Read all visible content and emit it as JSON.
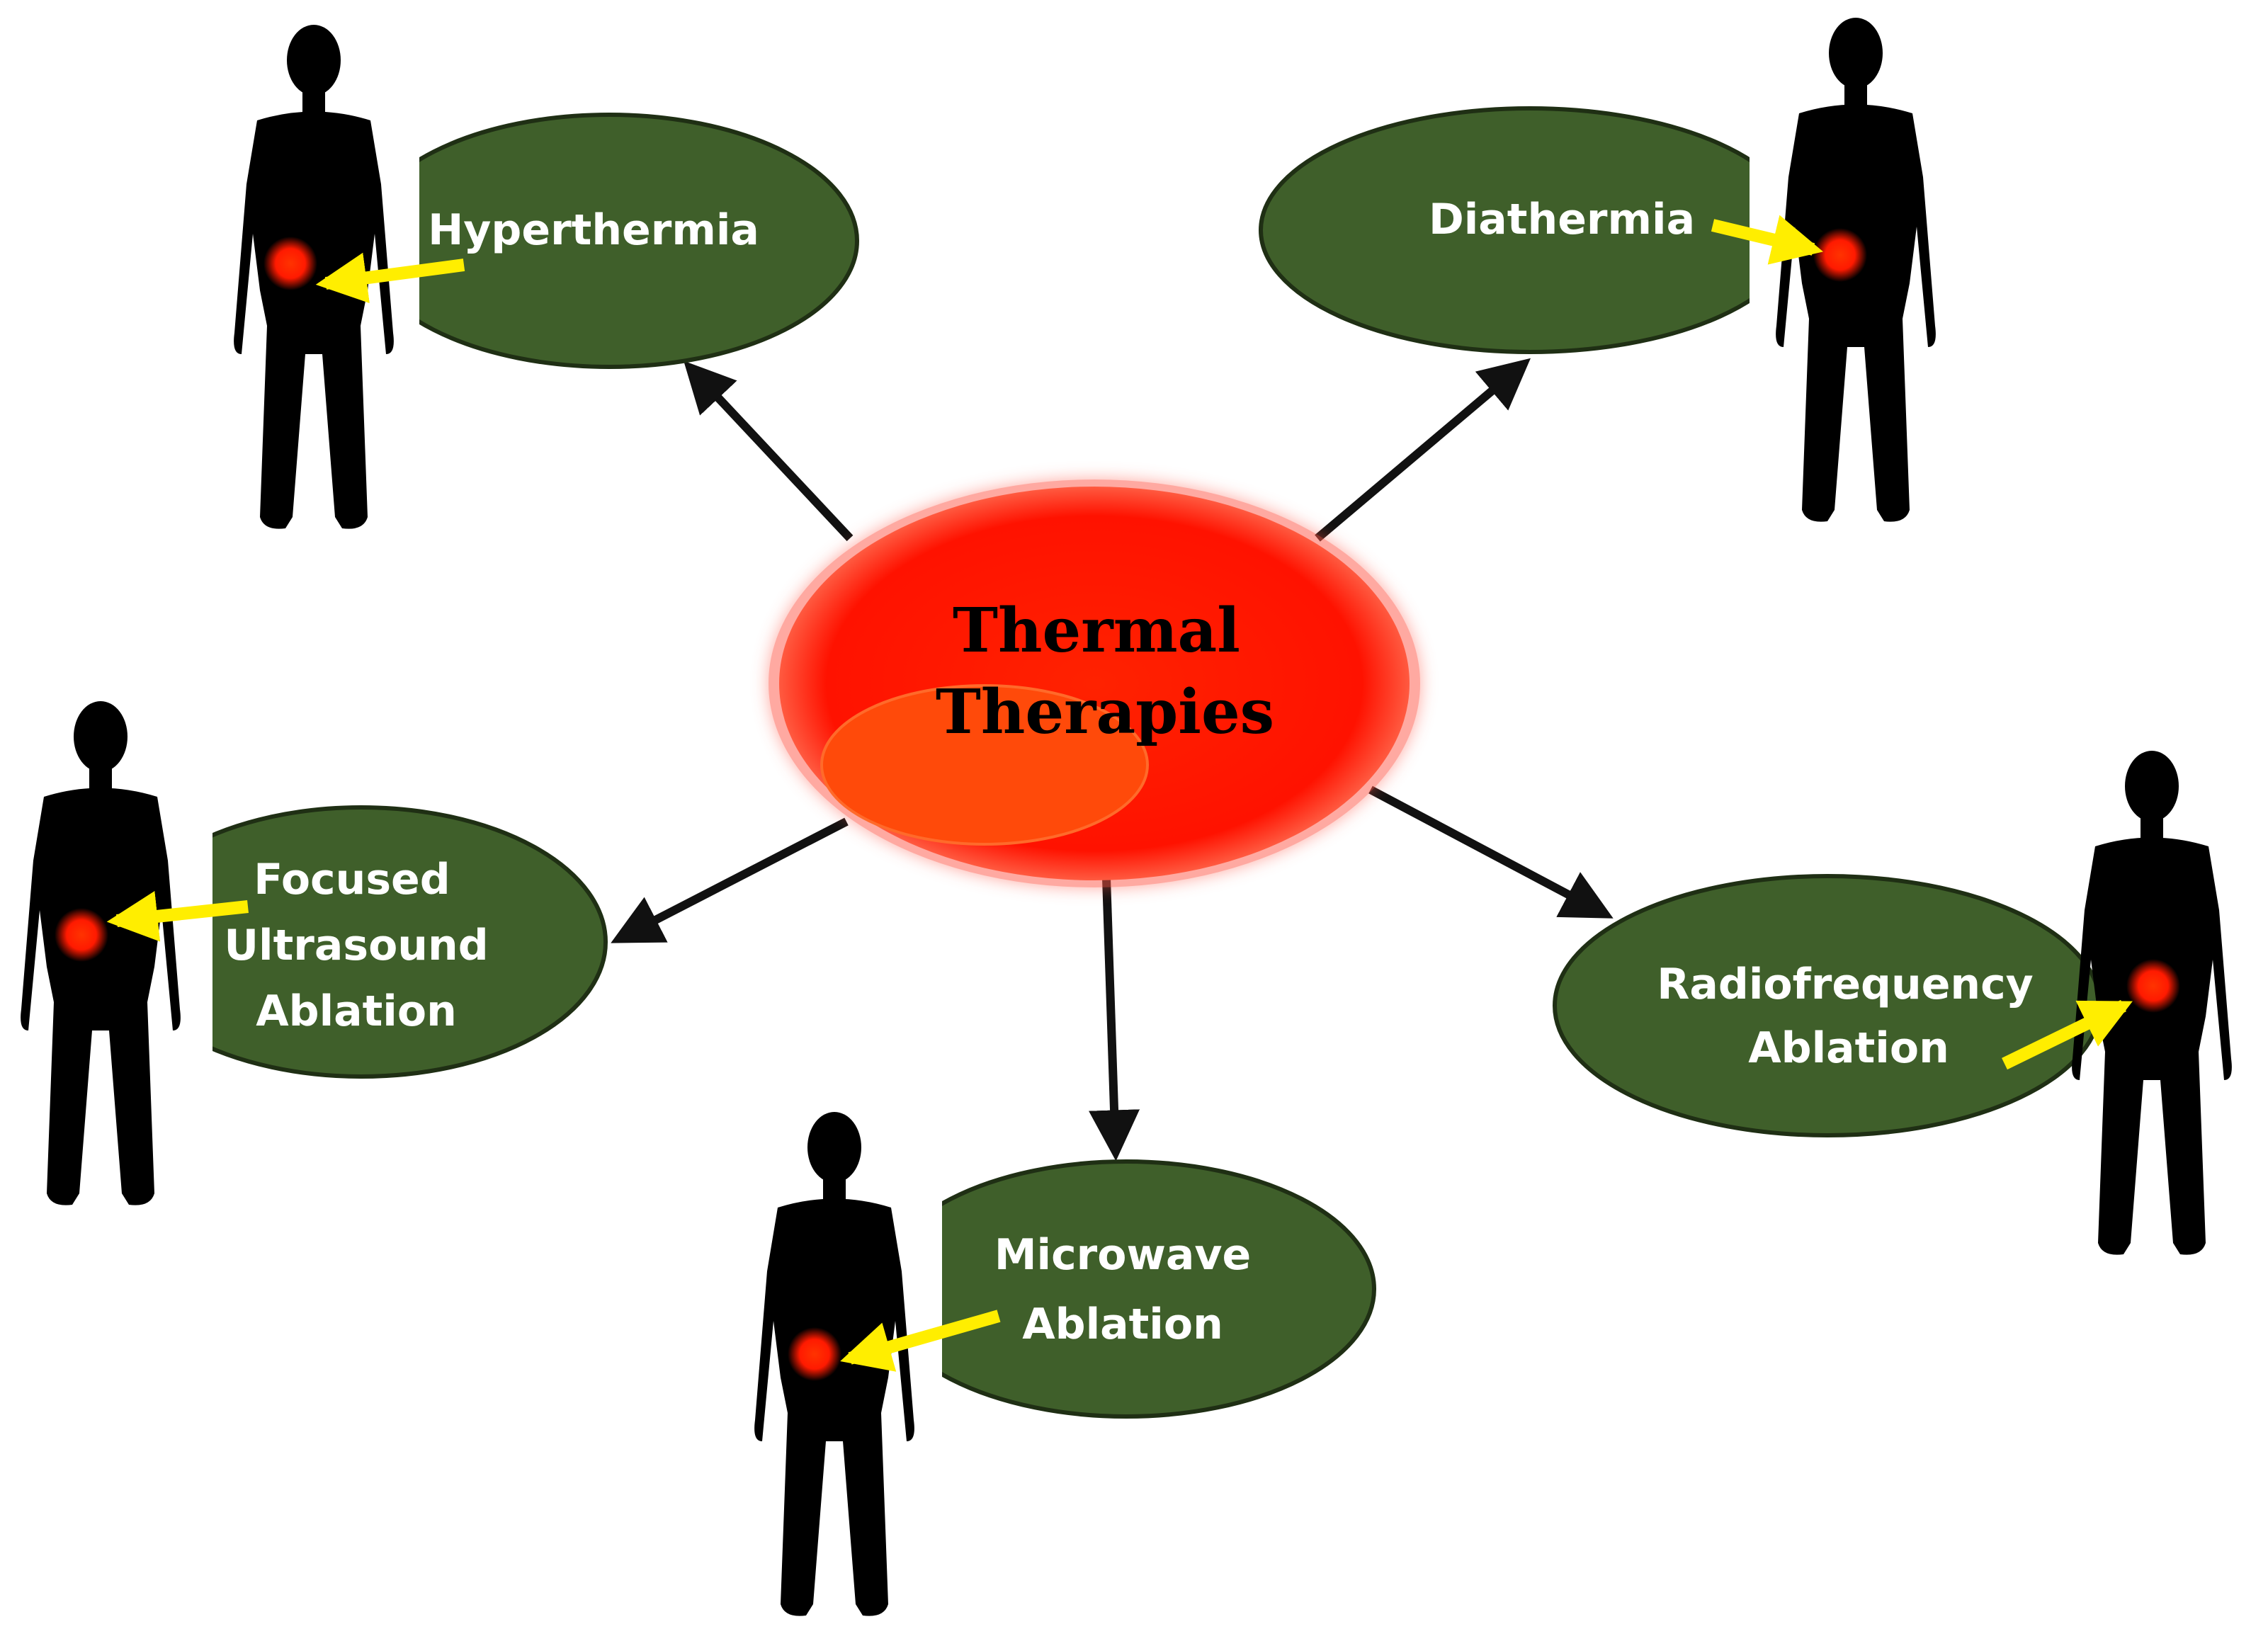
{
  "center": {
    "line1": "Thermal",
    "line2": "Therapies"
  },
  "nodes": [
    {
      "id": "hyperthermia",
      "lines": [
        "Hyperthermia"
      ]
    },
    {
      "id": "diathermia",
      "lines": [
        "Diathermia"
      ]
    },
    {
      "id": "focused-ultrasound-ablation",
      "lines": [
        "Focused",
        "Ultrasound",
        "Ablation"
      ]
    },
    {
      "id": "microwave-ablation",
      "lines": [
        "Microwave",
        "Ablation"
      ]
    },
    {
      "id": "radiofrequency-ablation",
      "lines": [
        "Radiofrequency",
        "Ablation"
      ]
    }
  ],
  "colors": {
    "center_fill": "#ff1a00",
    "center_highlight": "#ff4a0a",
    "node_fill": "#3f5f2a",
    "node_stroke": "#1f2f14",
    "arrow": "#111111",
    "pointer": "#ffee00",
    "hotspot": "#ff1a00",
    "silhouette": "#000000"
  },
  "icons": [
    "human-silhouette-icon",
    "tumor-hotspot-icon",
    "yellow-pointer-arrow-icon"
  ]
}
